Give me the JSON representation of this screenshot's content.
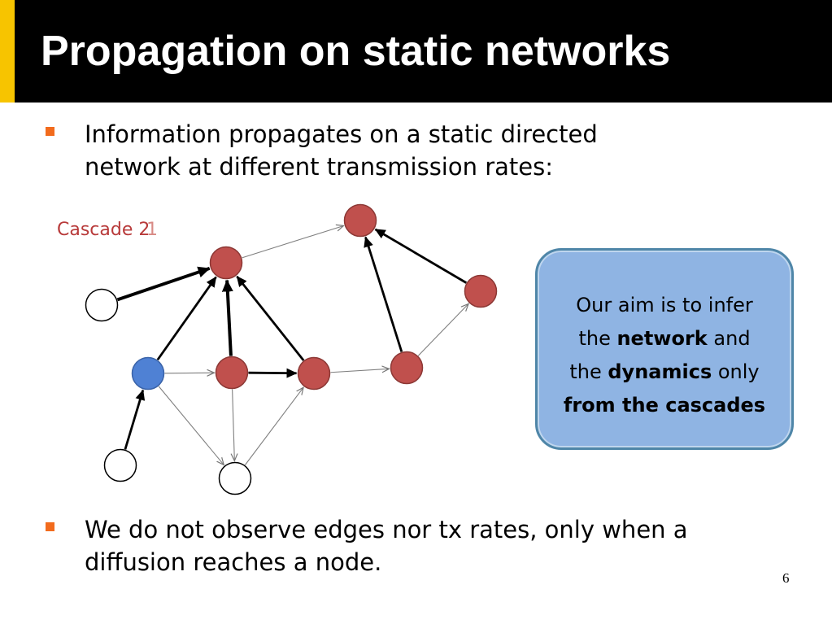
{
  "slide": {
    "title": "Propagation on static networks",
    "bullets": [
      {
        "text": "Information propagates on a static directed network at different transmission rates:"
      },
      {
        "text": "We do not observe edges nor tx rates, only when a diffusion reaches a node."
      }
    ],
    "cascade_label": {
      "overlap_top": "Cascade 2",
      "overlap_under": "1"
    },
    "callout": {
      "line1": "Our aim is to infer",
      "line2_pre": "the ",
      "line2_bold": "network",
      "line2_post": " and",
      "line3_pre": "the ",
      "line3_bold": "dynamics",
      "line3_post": " only",
      "line4_bold": "from the cascades"
    },
    "page_number": "6",
    "colors": {
      "header_bg": "#000000",
      "accent": "#f7c400",
      "bullet": "#f26b1d",
      "infected_node": "#c0504d",
      "source_node": "#4f81d4",
      "uninfected_node": "#ffffff",
      "callout_fill": "#8fb4e3",
      "callout_border": "#4f86a8"
    }
  },
  "network": {
    "nodes": [
      {
        "id": "A",
        "state": "uninfected"
      },
      {
        "id": "B",
        "state": "infected"
      },
      {
        "id": "C",
        "state": "infected"
      },
      {
        "id": "D",
        "state": "source"
      },
      {
        "id": "E",
        "state": "infected"
      },
      {
        "id": "F",
        "state": "infected"
      },
      {
        "id": "G",
        "state": "infected"
      },
      {
        "id": "H",
        "state": "infected"
      },
      {
        "id": "I",
        "state": "uninfected"
      },
      {
        "id": "J",
        "state": "uninfected"
      }
    ],
    "edges": [
      {
        "from": "A",
        "to": "B",
        "weight": "heavy"
      },
      {
        "from": "D",
        "to": "B",
        "weight": "medium"
      },
      {
        "from": "E",
        "to": "B",
        "weight": "heavy"
      },
      {
        "from": "F",
        "to": "B",
        "weight": "medium"
      },
      {
        "from": "B",
        "to": "C",
        "weight": "thin"
      },
      {
        "from": "G",
        "to": "C",
        "weight": "medium"
      },
      {
        "from": "H",
        "to": "C",
        "weight": "medium"
      },
      {
        "from": "G",
        "to": "H",
        "weight": "thin"
      },
      {
        "from": "D",
        "to": "E",
        "weight": "thin"
      },
      {
        "from": "E",
        "to": "F",
        "weight": "medium"
      },
      {
        "from": "F",
        "to": "G",
        "weight": "thin"
      },
      {
        "from": "I",
        "to": "D",
        "weight": "medium"
      },
      {
        "from": "D",
        "to": "J",
        "weight": "thin"
      },
      {
        "from": "E",
        "to": "J",
        "weight": "thin"
      },
      {
        "from": "J",
        "to": "F",
        "weight": "thin"
      }
    ]
  }
}
